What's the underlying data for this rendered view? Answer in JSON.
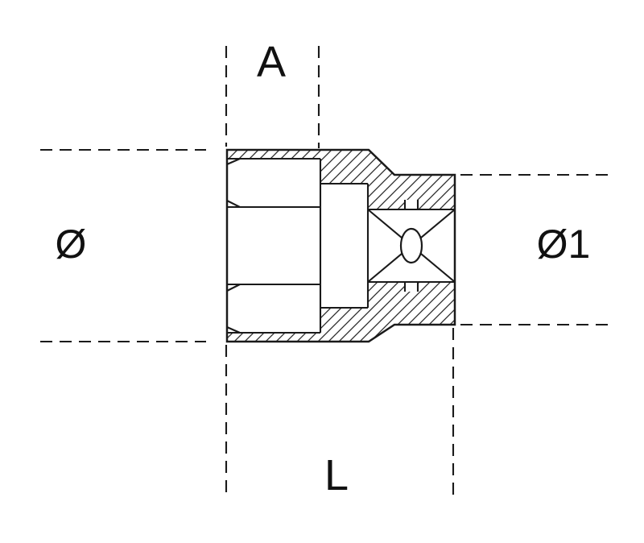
{
  "diagram": {
    "type": "technical-drawing",
    "subject": "hex socket with square drive, side cross-section view",
    "labels": {
      "opening": "A",
      "outer_diameter": "Ø",
      "drive_end_diameter": "Ø1",
      "length": "L"
    },
    "colors": {
      "line": "#1a1a1a",
      "background": "#ffffff"
    }
  }
}
